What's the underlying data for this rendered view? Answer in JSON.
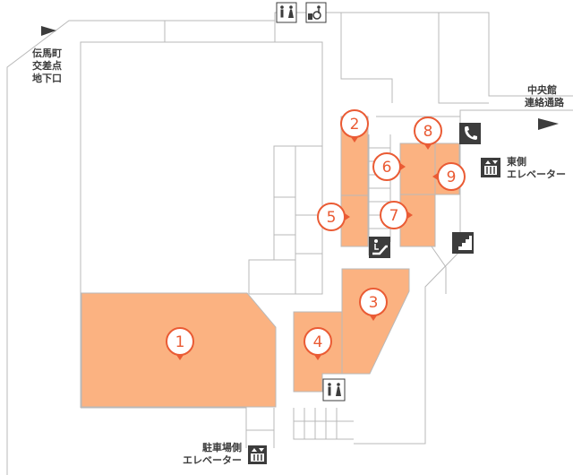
{
  "labels": {
    "denmacho_line1": "伝馬町",
    "denmacho_line2": "交差点",
    "denmacho_line3": "地下口",
    "central_line1": "中央館",
    "central_line2": "連絡通路",
    "east_elev_line1": "東側",
    "east_elev_line2": "エレベーター",
    "parking_elev_line1": "駐車場側",
    "parking_elev_line2": "エレベーター"
  },
  "shops": [
    {
      "number": "1"
    },
    {
      "number": "2"
    },
    {
      "number": "3"
    },
    {
      "number": "4"
    },
    {
      "number": "5"
    },
    {
      "number": "6"
    },
    {
      "number": "7"
    },
    {
      "number": "8"
    },
    {
      "number": "9"
    }
  ],
  "icons": {
    "restroom_top": "restroom-icon",
    "accessible_toilet": "accessible-toilet-icon",
    "restroom_bottom": "restroom-icon",
    "telephone": "telephone-icon",
    "east_elevator": "elevator-icon",
    "parking_elevator": "elevator-icon",
    "escalator": "escalator-icon",
    "stairs": "stairs-icon",
    "exit_arrow": "direction-arrow-icon"
  },
  "colors": {
    "shop_fill": "#fbb281",
    "pin": "#ea5b34",
    "wall": "#b9b9b9",
    "icon_dark": "#3c3c3c"
  }
}
